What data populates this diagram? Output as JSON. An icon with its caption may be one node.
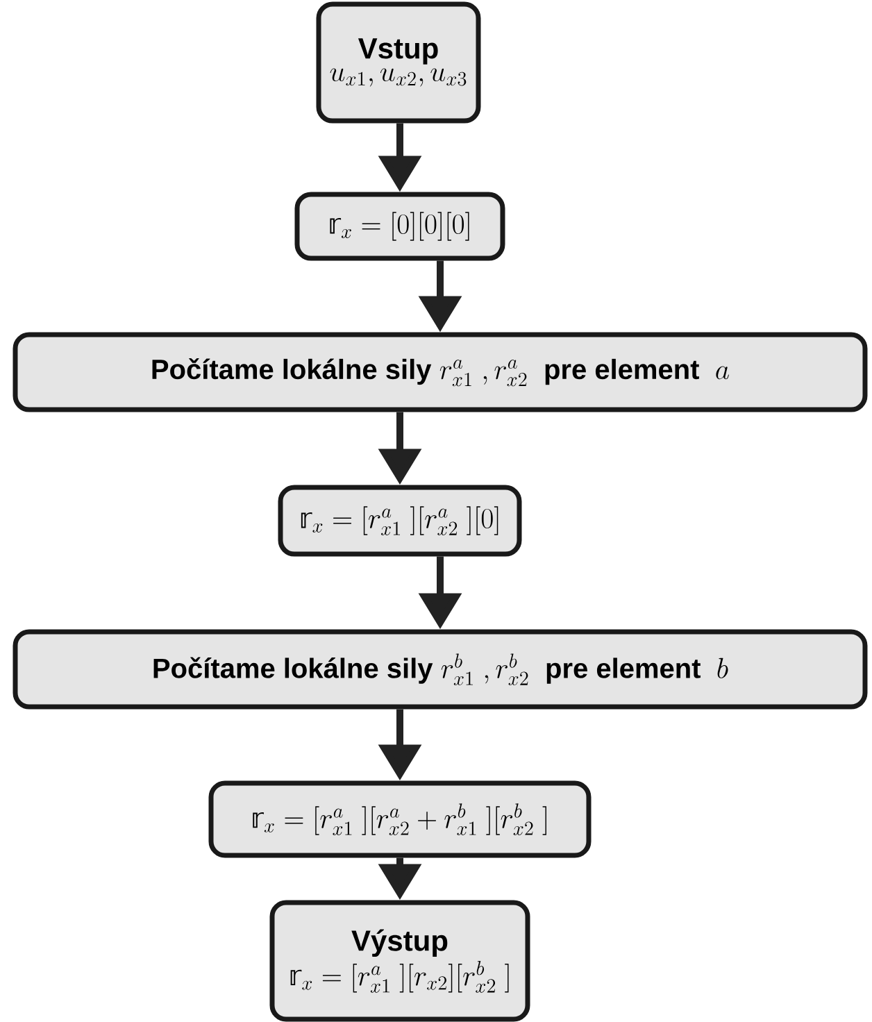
{
  "diagram": {
    "nodes": [
      {
        "text": [
          "Vstup",
          "u_{x1}, u_{x2}, u_{x3}"
        ]
      },
      {
        "text": [
          "\\textsf{𝕣}_x = [0][0][0]"
        ]
      },
      {
        "text": [
          "\\textbf{Počítame lokálne sily } r^a_{x1}\\ , r^a_{x2}\\ \\textbf{ pre element }\\ a"
        ]
      },
      {
        "text": [
          "\\textsf{𝕣}_x = [r^a_{x1}\\ ][r^a_{x2}\\ ][0]"
        ]
      },
      {
        "text": [
          "\\textbf{Počítame lokálne sily } r^b_{x1}\\ , r^b_{x2}\\ \\textbf{ pre element }\\ b"
        ]
      },
      {
        "text": [
          "\\textsf{𝕣}_x = [r^a_{x1}\\ ][r^a_{x2} + r^b_{x1}\\ ][r^b_{x2}\\ ]"
        ]
      },
      {
        "text": [
          "Výstup",
          "\\textsf{𝕣}_x = [r^a_{x1}\\ ][r_{x2}][r^b_{x2}\\ ]"
        ]
      }
    ],
    "edges": [
      {
        "from": 0,
        "to": 1,
        "arrow": "to"
      },
      {
        "from": 1,
        "to": 2,
        "arrow": "to"
      },
      {
        "from": 2,
        "to": 3,
        "arrow": "to"
      },
      {
        "from": 3,
        "to": 4,
        "arrow": "to"
      },
      {
        "from": 4,
        "to": 5,
        "arrow": "to"
      },
      {
        "from": 5,
        "to": 6,
        "arrow": "to"
      }
    ]
  }
}
